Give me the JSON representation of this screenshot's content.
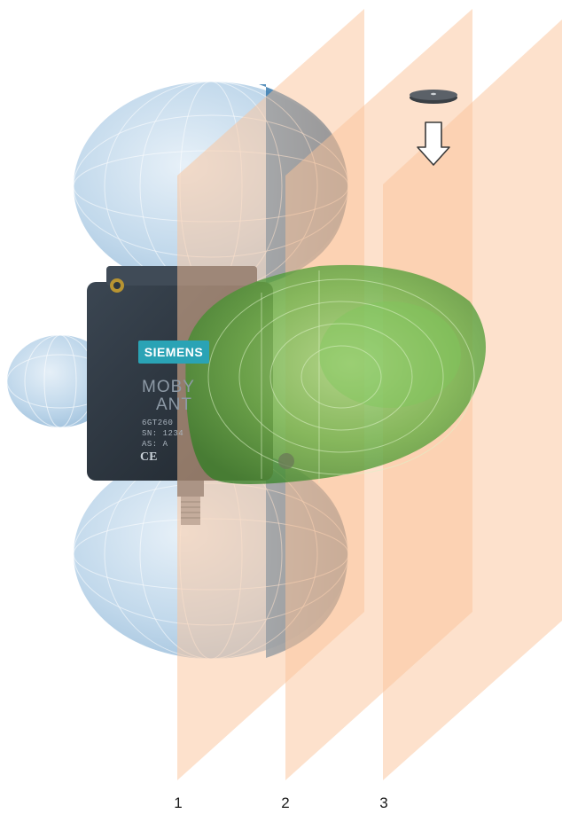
{
  "antenna": {
    "brand": "SIEMENS",
    "line1": "MOBY",
    "line2": "ANT",
    "model_fragment": "6GT260",
    "serial_fragment": "SN: 1234",
    "as_fragment": "AS: A",
    "ce_mark": "CE"
  },
  "planes": [
    {
      "label": "1"
    },
    {
      "label": "2"
    },
    {
      "label": "3"
    }
  ],
  "icons": {
    "transponder": "transponder-disc-icon",
    "direction": "down-arrow-icon"
  },
  "colors": {
    "plane": "#fbc49a",
    "field_blue": "#9fc4e0",
    "field_blue_dark": "#2f6e9e",
    "field_green": "#3f9a2c",
    "antenna_body": "#2c3640",
    "brand_badge": "#2aa3b5"
  }
}
